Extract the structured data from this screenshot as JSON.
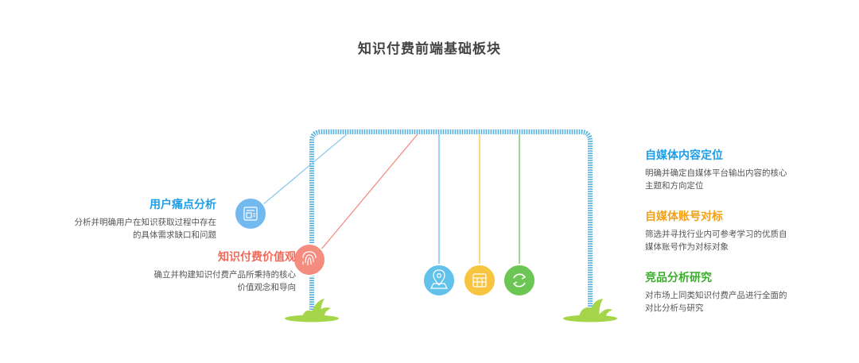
{
  "title": "知识付费前端基础板块",
  "colors": {
    "frame": "#56b0e0",
    "grass": "#a5d64a",
    "blue": "#1e9ee8",
    "red": "#f06a5a",
    "teal": "#62c2ea",
    "yellow": "#f7c53f",
    "green": "#6cc654",
    "title": "#444444"
  },
  "left_items": [
    {
      "heading": "用户痛点分析",
      "lines": [
        "分析并明确用户在知识获取过程中存在",
        "的具体需求缺口和问题"
      ],
      "color": "#1e9ee8",
      "icon": "document-icon"
    },
    {
      "heading": "知识付费价值观",
      "lines": [
        "确立并构建知识付费产品所秉持的核心",
        "价值观念和导向"
      ],
      "color": "#f06a5a",
      "icon": "fingerprint-icon"
    }
  ],
  "right_items": [
    {
      "heading": "自媒体内容定位",
      "lines": [
        "明确并确定自媒体平台输出内容的核心",
        "主题和方向定位"
      ],
      "color": "#1e9ee8",
      "icon": "map-pin-icon"
    },
    {
      "heading": "自媒体账号对标",
      "lines": [
        "筛选并寻找行业内可参考学习的优质自",
        "媒体账号作为对标对象"
      ],
      "color": "#f0a01a",
      "icon": "table-icon"
    },
    {
      "heading": "竞品分析研究",
      "lines": [
        "对市场上同类知识付费产品进行全面的",
        "对比分析与研究"
      ],
      "color": "#3aae2a",
      "icon": "refresh-icon"
    }
  ]
}
